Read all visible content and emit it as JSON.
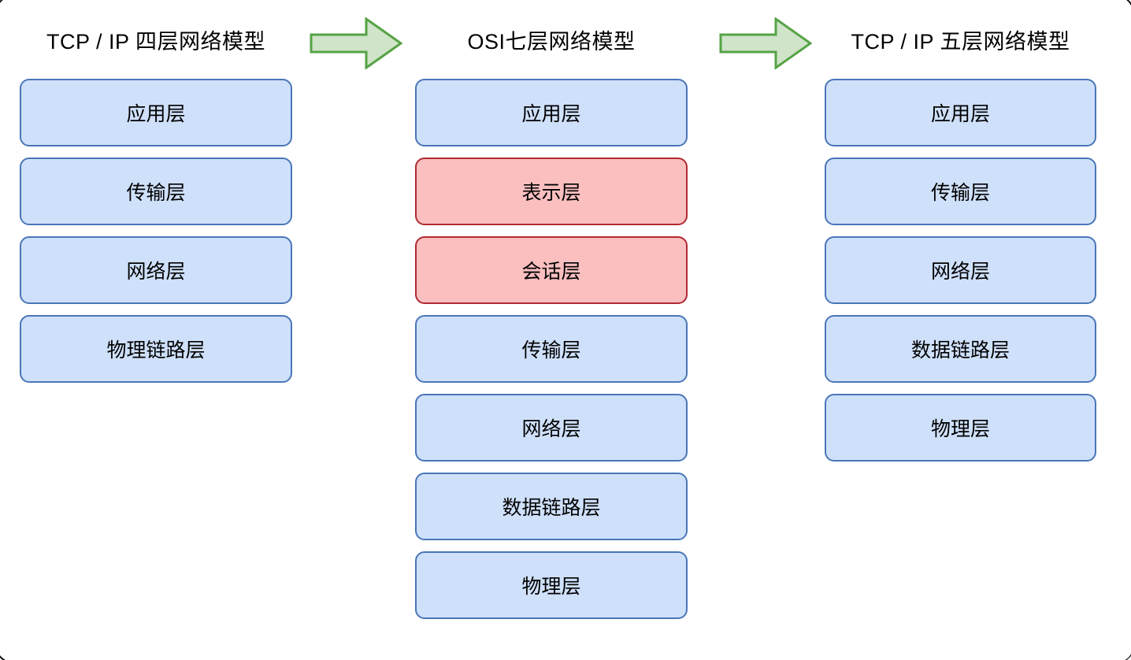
{
  "diagram": {
    "title_row": {
      "left_title": "TCP / IP 四层网络模型",
      "middle_title": "OSI七层网络模型",
      "right_title": "TCP / IP 五层网络模型"
    },
    "arrows": [
      {
        "name": "arrow-tcp4-to-osi7",
        "glyph": "right-arrow",
        "fill": "#cfe4c8",
        "stroke": "#56a346"
      },
      {
        "name": "arrow-osi7-to-tcp5",
        "glyph": "right-arrow",
        "fill": "#cfe4c8",
        "stroke": "#56a346"
      }
    ],
    "colors": {
      "background": "#ffffff",
      "blue_fill": "#cfe0fa",
      "blue_border": "#4a76b8",
      "red_fill": "#fbbfc0",
      "red_border": "#b02a32",
      "arrow_fill": "#cfe4c8",
      "arrow_border": "#56a346",
      "text": "#000000"
    },
    "columns": [
      {
        "id": "tcp-ip-4-layer",
        "title": "TCP / IP 四层网络模型",
        "layer_count": 4,
        "layers": [
          {
            "label": "应用层",
            "style": "blue"
          },
          {
            "label": "传输层",
            "style": "blue"
          },
          {
            "label": "网络层",
            "style": "blue"
          },
          {
            "label": "物理链路层",
            "style": "blue"
          }
        ]
      },
      {
        "id": "osi-7-layer",
        "title": "OSI七层网络模型",
        "layer_count": 7,
        "layers": [
          {
            "label": "应用层",
            "style": "blue"
          },
          {
            "label": "表示层",
            "style": "red"
          },
          {
            "label": "会话层",
            "style": "red"
          },
          {
            "label": "传输层",
            "style": "blue"
          },
          {
            "label": "网络层",
            "style": "blue"
          },
          {
            "label": "数据链路层",
            "style": "blue"
          },
          {
            "label": "物理层",
            "style": "blue"
          }
        ]
      },
      {
        "id": "tcp-ip-5-layer",
        "title": "TCP / IP 五层网络模型",
        "layer_count": 5,
        "layers": [
          {
            "label": "应用层",
            "style": "blue"
          },
          {
            "label": "传输层",
            "style": "blue"
          },
          {
            "label": "网络层",
            "style": "blue"
          },
          {
            "label": "数据链路层",
            "style": "blue"
          },
          {
            "label": "物理层",
            "style": "blue"
          }
        ]
      }
    ]
  }
}
